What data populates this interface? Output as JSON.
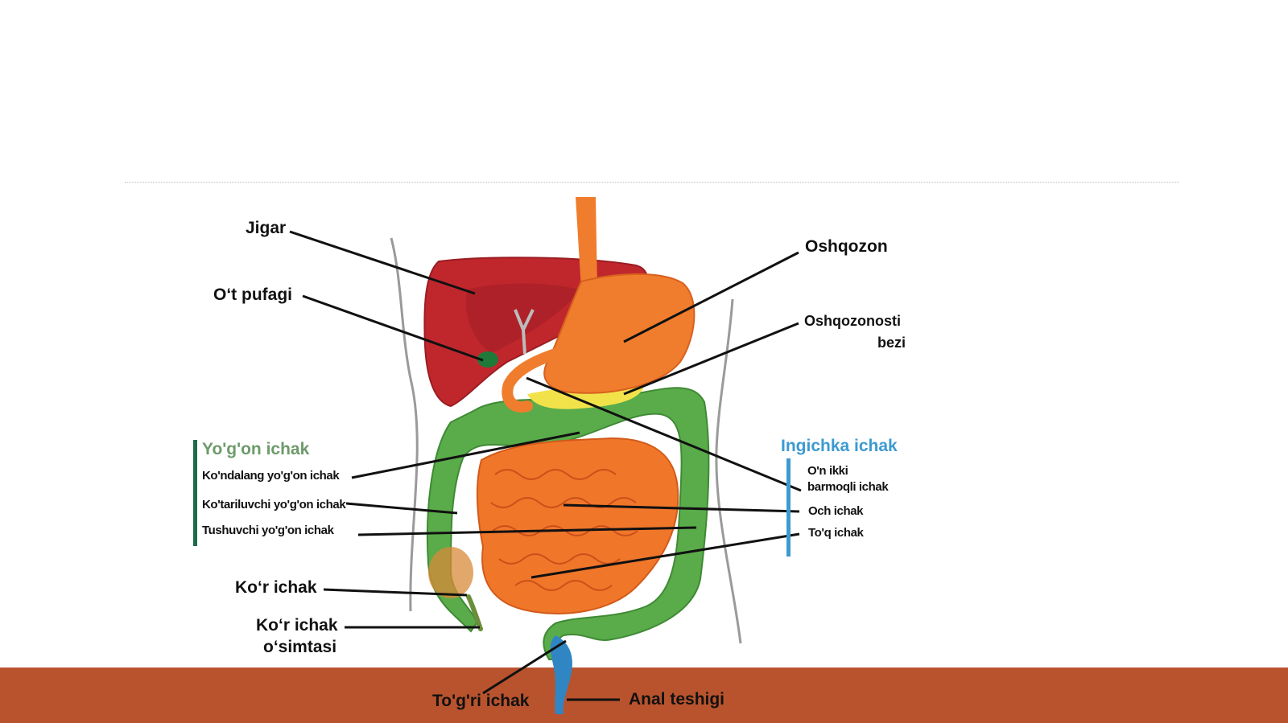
{
  "labels": {
    "jigar": "Jigar",
    "ot_pufagi": "O‘t pufagi",
    "oshqozon": "Oshqozon",
    "oshqozonosti_1": "Oshqozonosti",
    "oshqozonosti_2": "bezi",
    "kor_ichak": "Ko‘r ichak",
    "kor_osimtasi_1": "Ko‘r ichak",
    "kor_osimtasi_2": "o‘simtasi",
    "togri_ichak": "To'g'ri ichak",
    "anal_teshigi": "Anal teshigi"
  },
  "yogon_ichak": {
    "title": "Yo'g'on ichak",
    "color": "#1e6b48",
    "title_color": "#6d9a6a",
    "items": [
      "Ko'ndalang yo'g'on ichak",
      "Ko'tariluvchi yo'g'on ichak",
      "Tushuvchi yo'g'on ichak"
    ]
  },
  "ingichka_ichak": {
    "title": "Ingichka ichak",
    "color": "#3c9ad0",
    "items": [
      "O'n ikki",
      "barmoqli ichak",
      "Och ichak",
      "To'q ichak"
    ]
  },
  "colors": {
    "liver": "#c0272d",
    "stomach": "#ef7d2d",
    "colon": "#5aac4a",
    "small_intestine": "#f0762a",
    "footer": "#b9532d",
    "footer_stripe": "#e8822e"
  }
}
